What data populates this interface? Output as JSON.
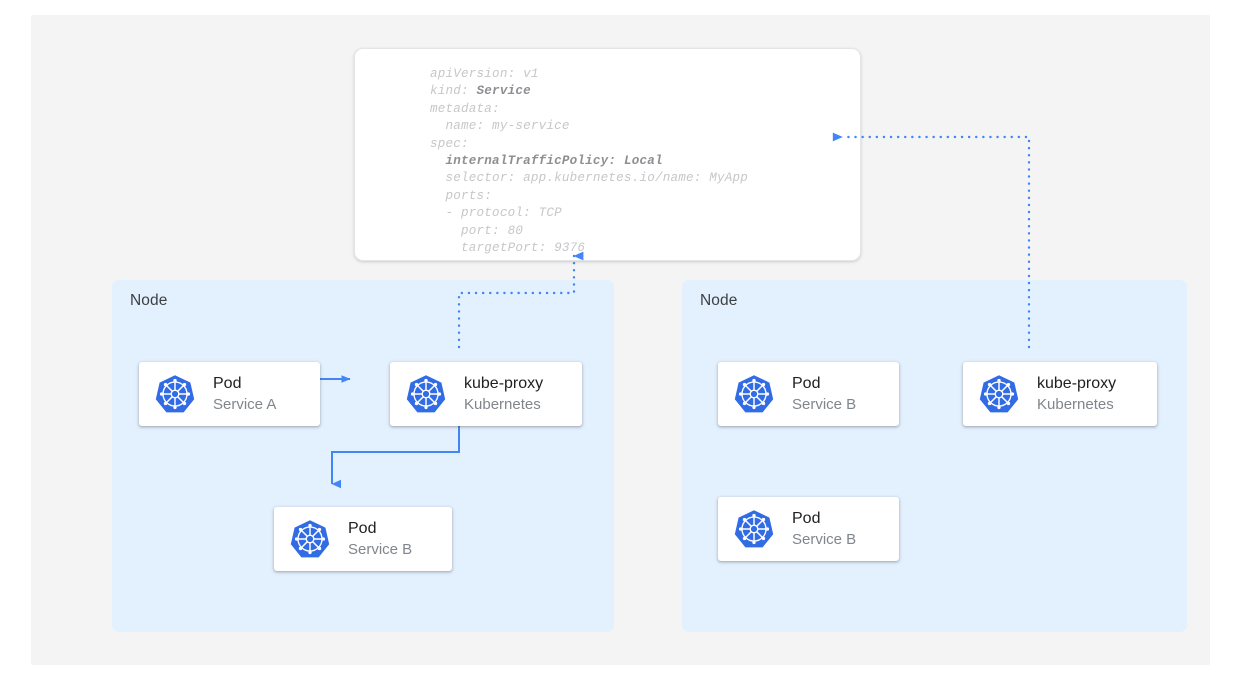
{
  "colors": {
    "canvas_bg": "#f4f4f4",
    "node_bg": "#e3f0fd",
    "card_bg": "#ffffff",
    "accent_blue": "#4285f4",
    "k8s_blue": "#326ce5",
    "title_text": "#202124",
    "sub_text": "#80868b",
    "yaml_text": "#c6c7c9",
    "yaml_bold_text": "#8d8f92"
  },
  "yaml": {
    "lines": [
      {
        "plain": "apiVersion: v1"
      },
      {
        "pre": "kind: ",
        "bold": "Service"
      },
      {
        "plain": "metadata:"
      },
      {
        "plain": "  name: my-service"
      },
      {
        "plain": "spec:"
      },
      {
        "pre": "  ",
        "bold": "internalTrafficPolicy: Local"
      },
      {
        "plain": "  selector: app.kubernetes.io/name: MyApp"
      },
      {
        "plain": "  ports:"
      },
      {
        "plain": "  - protocol: TCP"
      },
      {
        "plain": "    port: 80"
      },
      {
        "plain": "    targetPort: 9376"
      }
    ]
  },
  "nodes": [
    {
      "label": "Node",
      "cards": [
        {
          "title": "Pod",
          "subtitle": "Service A",
          "icon": "kubernetes-icon"
        },
        {
          "title": "kube-proxy",
          "subtitle": "Kubernetes",
          "icon": "kubernetes-icon"
        },
        {
          "title": "Pod",
          "subtitle": "Service B",
          "icon": "kubernetes-icon"
        }
      ]
    },
    {
      "label": "Node",
      "cards": [
        {
          "title": "Pod",
          "subtitle": "Service B",
          "icon": "kubernetes-icon"
        },
        {
          "title": "kube-proxy",
          "subtitle": "Kubernetes",
          "icon": "kubernetes-icon"
        },
        {
          "title": "Pod",
          "subtitle": "Service B",
          "icon": "kubernetes-icon"
        }
      ]
    }
  ],
  "connectors": [
    {
      "name": "pod-a-to-kube-proxy",
      "style": "solid",
      "from": "Pod Service A",
      "to": "kube-proxy (left node)"
    },
    {
      "name": "kube-proxy-to-pod-b",
      "style": "solid",
      "from": "kube-proxy (left node)",
      "to": "Pod Service B (left node)"
    },
    {
      "name": "kube-proxy-left-to-service-spec",
      "style": "dotted",
      "from": "kube-proxy (left node)",
      "to": "Service manifest"
    },
    {
      "name": "kube-proxy-right-to-service-spec",
      "style": "dotted",
      "from": "kube-proxy (right node)",
      "to": "Service manifest"
    }
  ]
}
